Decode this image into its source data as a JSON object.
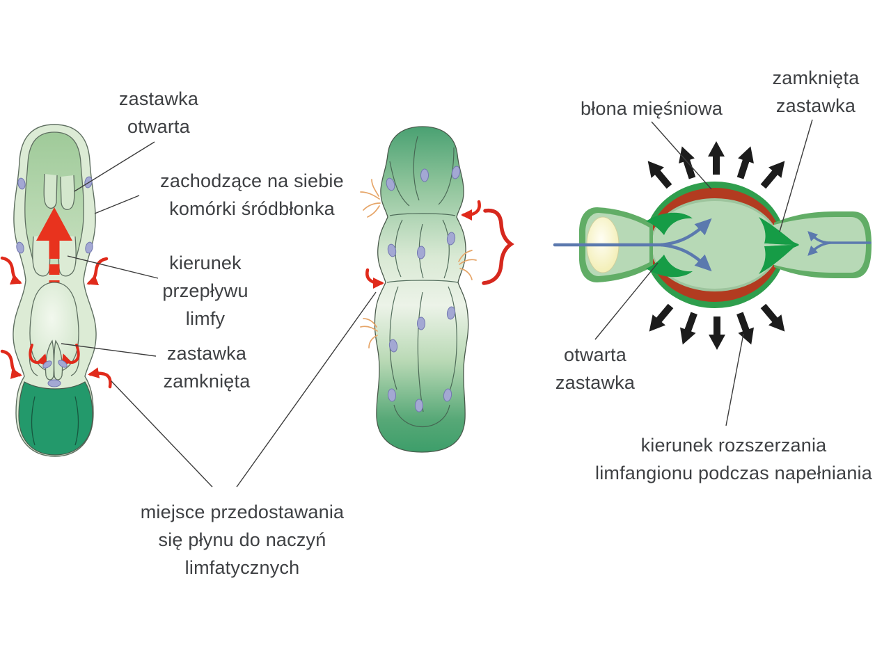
{
  "figure": {
    "labels": {
      "valve_open": "zastawka\notwarta",
      "overlapping_endothelial_cells": "zachodzące na siebie\nkomórki śródbłonka",
      "lymph_flow_direction": "kierunek\nprzepływu\nlimfy",
      "valve_closed": "zastawka\nzamknięta",
      "fluid_entry_site": "miejsce przedostawania\nsię płynu do naczyń\nlimfatycznych",
      "muscle_layer": "błona mięśniowa",
      "closed_valve": "zamknięta\nzastawka",
      "open_valve": "otwarta\nzastawka",
      "expansion_direction": "kierunek rozszerzania\nlimfangionu podczas napełniania"
    },
    "icons": {
      "lymph_flow_arrow": "red dashed upward arrow",
      "inflow_arrows": "red curved arrows pointing into vessel",
      "circulation_arrows": "red u-turn arrows at closed valve",
      "segment_brace": "red curly brace marking lymph vessel segment",
      "expansion_arrows": "black arrows radiating outward",
      "flow_lines": "blue branching flow arrows"
    },
    "colors": {
      "label_text": "#3e4043",
      "leader_line": "#3c3c3c",
      "vessel_wall_light": "#dcebd5",
      "lumen_green": "#a6cfa0",
      "vessel_dark_green": "#23996b",
      "nucleus_purple": "#a3a8d3",
      "arrow_red": "#e5301f",
      "filament_orange": "#e6a568",
      "muscle_layer_red": "#b23b20",
      "valve_green": "#169c46",
      "rim_green": "#2f9e4d",
      "tube_border_green": "#61ad66",
      "tube_lumen_green": "#b7d9b6",
      "cut_end_yellow": "#f1ecac",
      "flow_blue": "#5b79ae",
      "expansion_black": "#1c1c1c"
    }
  }
}
